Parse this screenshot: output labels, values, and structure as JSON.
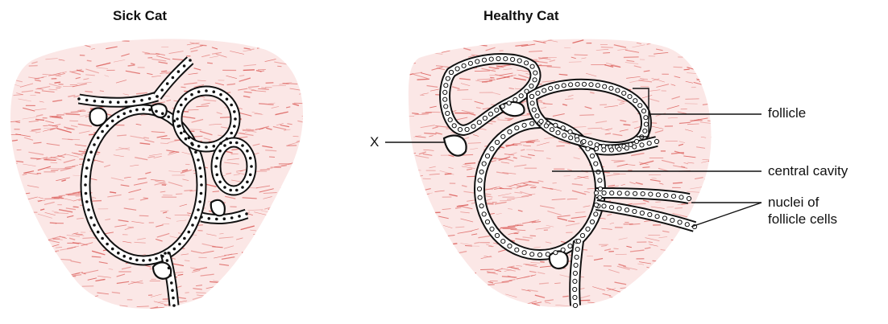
{
  "titles": {
    "sick": "Sick Cat",
    "healthy": "Healthy Cat"
  },
  "labels": {
    "x": "X",
    "follicle": "follicle",
    "central_cavity": "central cavity",
    "nuclei_line1": "nuclei of",
    "nuclei_line2": "follicle cells"
  },
  "colors": {
    "tissue": "#d9534f",
    "tissue_bg": "#fbe7e6",
    "outline": "#111111",
    "sick_nuclei": "#111111",
    "healthy_nuclei": "#ffffff"
  }
}
